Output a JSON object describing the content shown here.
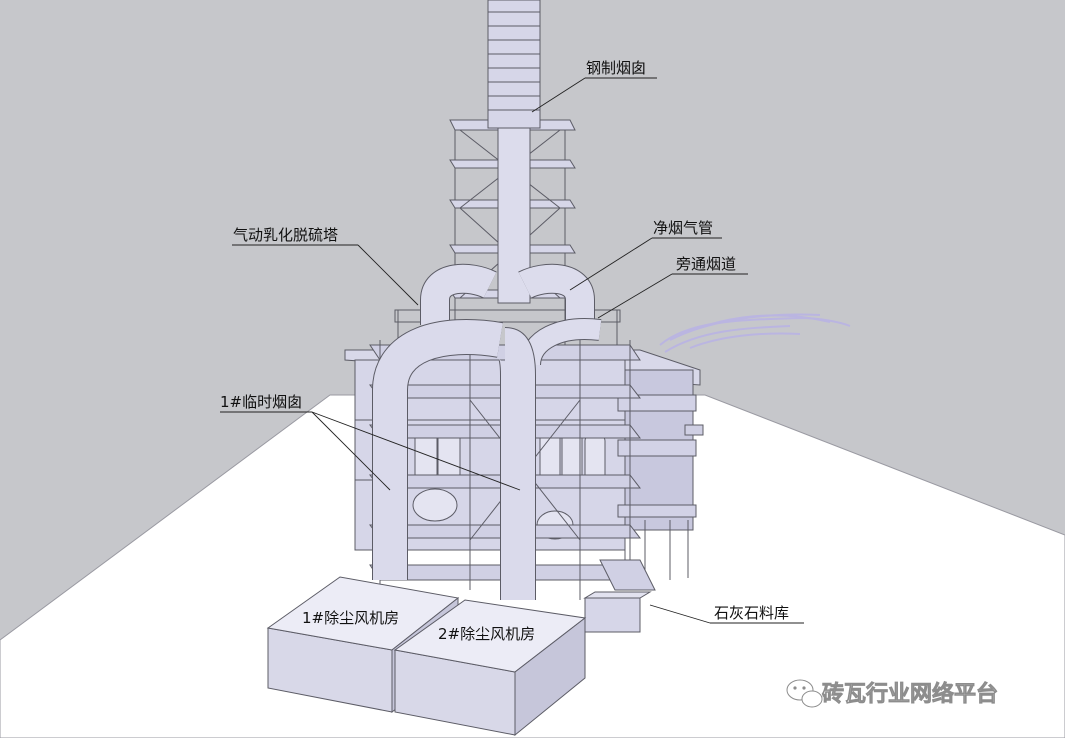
{
  "labels": {
    "steel_chimney": "钢制烟囱",
    "desulfurization_tower": "气动乳化脱硫塔",
    "clean_flue_pipe": "净烟气管",
    "bypass_flue": "旁通烟道",
    "temporary_chimney": "1#临时烟囱",
    "limestone_storage": "石灰石料库",
    "fan_room_1": "1#除尘风机房",
    "fan_room_2": "2#除尘风机房"
  },
  "watermark": {
    "text": "砖瓦行业网络平台",
    "icon": "wechat-icon"
  },
  "colors": {
    "background": "#c6c7cb",
    "ground": "#ffffff",
    "structure": "#d6d6e8",
    "structure_shade": "#b4b4c8",
    "steam": "#b9b2e6"
  }
}
